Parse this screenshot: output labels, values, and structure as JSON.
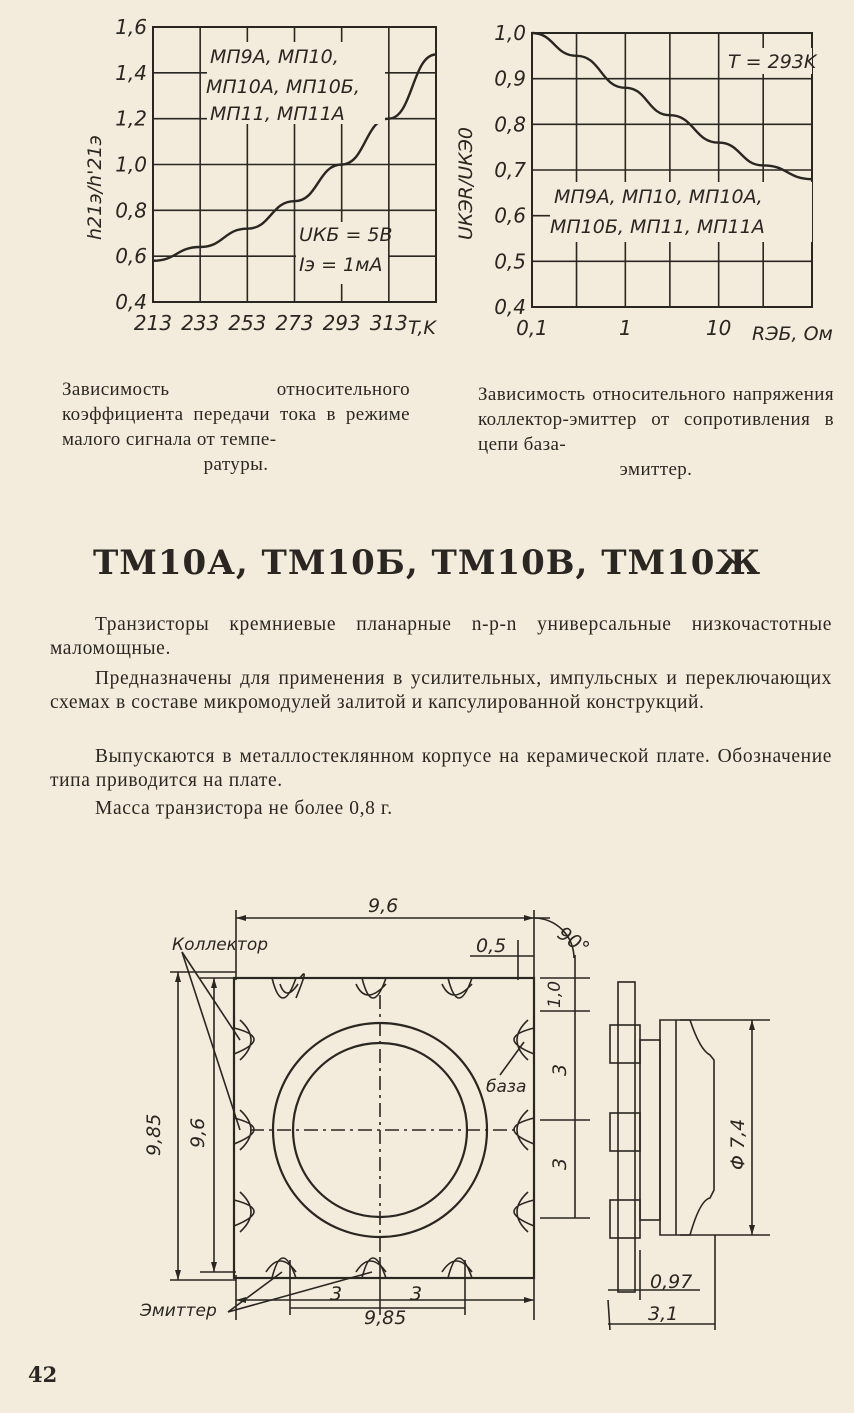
{
  "chart_data": [
    {
      "type": "line",
      "ylabel": "h21э/h'21э",
      "xlabel": "T,K",
      "x_ticks": [
        "213",
        "233",
        "253",
        "273",
        "293",
        "313"
      ],
      "y_ticks": [
        "0,4",
        "0,6",
        "0,8",
        "1,0",
        "1,2",
        "1,4",
        "1,6"
      ],
      "xlim": [
        213,
        333
      ],
      "ylim": [
        0.4,
        1.6
      ],
      "grid": true,
      "annotations": [
        "МП9А, МП10,",
        "МП10А, МП10Б,",
        "МП11, МП11А",
        "UКБ = 5В",
        "Iэ = 1мА"
      ],
      "series": [
        {
          "x": [
            213,
            233,
            253,
            273,
            293,
            313,
            333
          ],
          "y": [
            0.58,
            0.64,
            0.72,
            0.84,
            1.0,
            1.2,
            1.48
          ]
        }
      ]
    },
    {
      "type": "line",
      "ylabel": "UКЭR/UКЭ0",
      "xlabel": "RЭБ, Ом",
      "x_ticks": [
        "0,1",
        "1",
        "10"
      ],
      "y_ticks": [
        "0,4",
        "0,5",
        "0,6",
        "0,7",
        "0,8",
        "0,9",
        "1,0"
      ],
      "xscale": "log",
      "xlim": [
        0.1,
        100
      ],
      "ylim": [
        0.4,
        1.0
      ],
      "grid": true,
      "annotations": [
        "T = 293K",
        "МП9А, МП10, МП10А,",
        "МП10Б, МП11, МП11А"
      ],
      "series": [
        {
          "x": [
            0.1,
            0.3,
            1,
            3,
            10,
            30,
            100
          ],
          "y": [
            1.0,
            0.95,
            0.88,
            0.82,
            0.76,
            0.71,
            0.68
          ]
        }
      ]
    }
  ],
  "captions": {
    "left": "Зависимость относительного коэффициента передачи тока в режиме малого сигнала от темпе-",
    "left_last": "ратуры.",
    "right": "Зависимость относительного напряжения коллектор-эмиттер от сопротивления в цепи база-",
    "right_last": "эмиттер."
  },
  "section_title": "ТМ10А, ТМ10Б, ТМ10В, ТМ10Ж",
  "paragraphs": {
    "p1": "Транзисторы кремниевые планарные n-p-n универсальные низкочастотные маломощные.",
    "p2": "Предназначены для применения в усилительных, импульсных и переключающих схемах в составе микромодулей залитой и капсулированной конструкций.",
    "p3": "Выпускаются в металлостеклянном корпусе на керамической плате. Обозначение типа приводится на плате.",
    "p4": "Масса транзистора не более 0,8 г."
  },
  "drawing": {
    "label_collector": "Коллектор",
    "label_base": "база",
    "label_emitter": "Эмиттер",
    "dim_top": "9,6",
    "dim_corner": "0,5",
    "dim_angle": "90°",
    "dim_pad": "1,0",
    "dim_pitch_right_1": "3",
    "dim_pitch_right_2": "3",
    "dim_height_outer": "9,85",
    "dim_height_inner": "9,6",
    "dim_pitch_bottom_1": "3",
    "dim_pitch_bottom_2": "3",
    "dim_bottom": "9,85",
    "dim_diameter": "Φ 7,4",
    "dim_lead": "0,97",
    "dim_thickness": "3,1"
  },
  "page_number": "42"
}
